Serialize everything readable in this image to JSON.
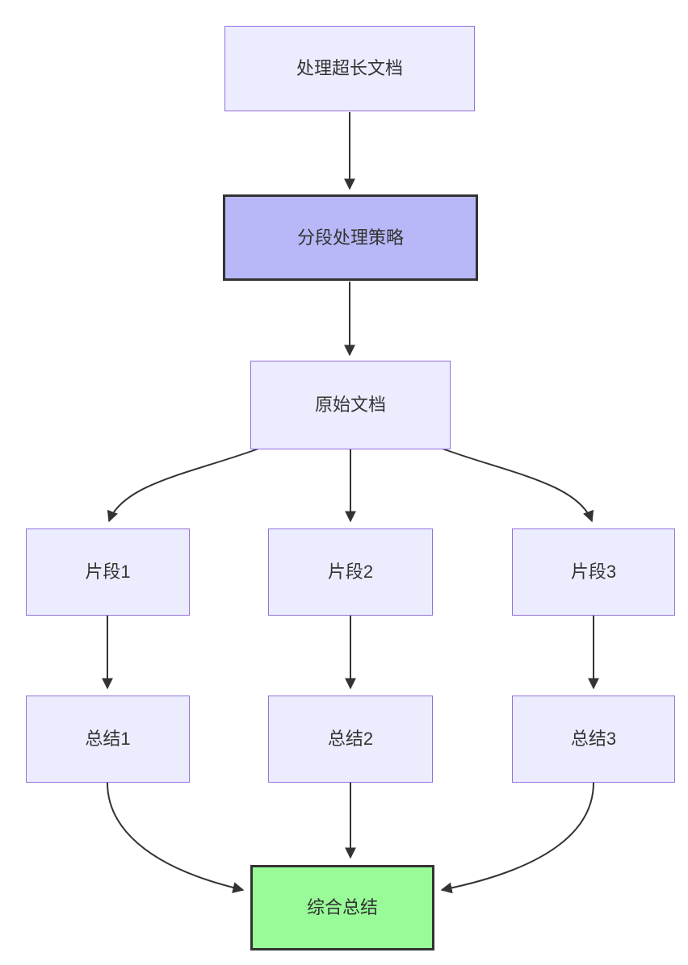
{
  "diagram": {
    "type": "flowchart-top-down",
    "nodes": {
      "start": {
        "label": "处理超长文档",
        "style": "default"
      },
      "strategy": {
        "label": "分段处理策略",
        "style": "highlight-purple"
      },
      "doc": {
        "label": "原始文档",
        "style": "default"
      },
      "seg1": {
        "label": "片段1",
        "style": "default"
      },
      "seg2": {
        "label": "片段2",
        "style": "default"
      },
      "seg3": {
        "label": "片段3",
        "style": "default"
      },
      "sum1": {
        "label": "总结1",
        "style": "default"
      },
      "sum2": {
        "label": "总结2",
        "style": "default"
      },
      "sum3": {
        "label": "总结3",
        "style": "default"
      },
      "final": {
        "label": "综合总结",
        "style": "highlight-green"
      }
    },
    "edges": [
      {
        "from": "start",
        "to": "strategy"
      },
      {
        "from": "strategy",
        "to": "doc"
      },
      {
        "from": "doc",
        "to": "seg1"
      },
      {
        "from": "doc",
        "to": "seg2"
      },
      {
        "from": "doc",
        "to": "seg3"
      },
      {
        "from": "seg1",
        "to": "sum1"
      },
      {
        "from": "seg2",
        "to": "sum2"
      },
      {
        "from": "seg3",
        "to": "sum3"
      },
      {
        "from": "sum1",
        "to": "final"
      },
      {
        "from": "sum2",
        "to": "final"
      },
      {
        "from": "sum3",
        "to": "final"
      }
    ],
    "colors": {
      "background": "#ffffff",
      "node_fill": "#ECECFF",
      "node_border": "#9370DB",
      "strategy_fill": "#B8B8F8",
      "strategy_border": "#333333",
      "final_fill": "#98FB98",
      "final_border": "#333333",
      "edge_stroke": "#333333",
      "text": "#333333"
    }
  }
}
